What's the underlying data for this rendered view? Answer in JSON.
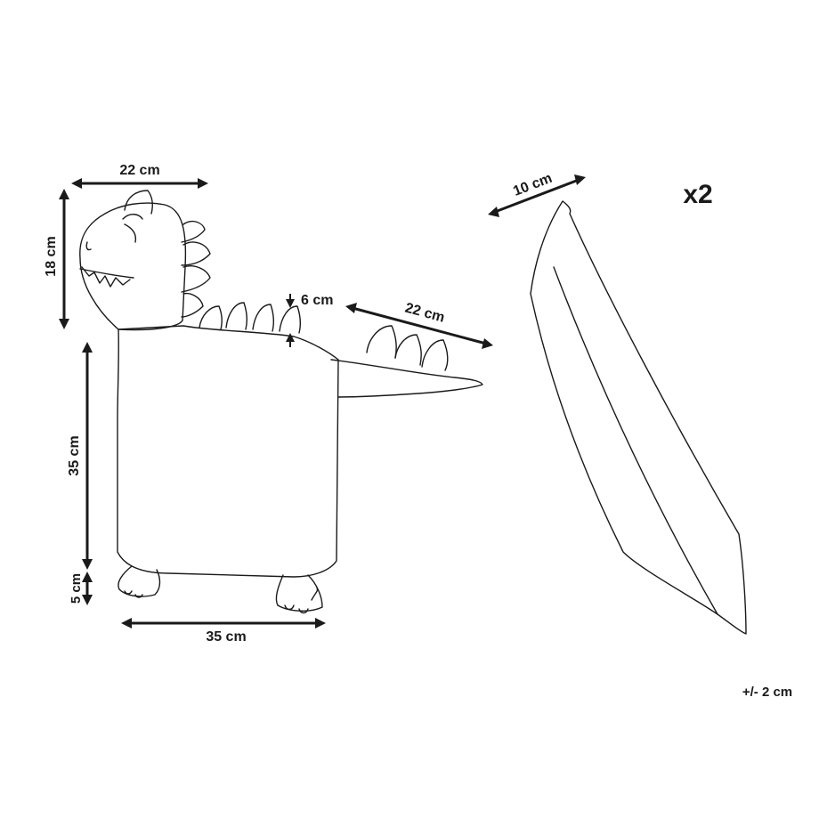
{
  "dimensions": {
    "head_width": "22 cm",
    "head_height": "18 cm",
    "spike_height": "6 cm",
    "tail_length": "22 cm",
    "body_height": "35 cm",
    "foot_height": "5 cm",
    "body_width": "35 cm",
    "pillow_thickness": "10 cm"
  },
  "quantity": "x2",
  "tolerance": "+/- 2 cm"
}
